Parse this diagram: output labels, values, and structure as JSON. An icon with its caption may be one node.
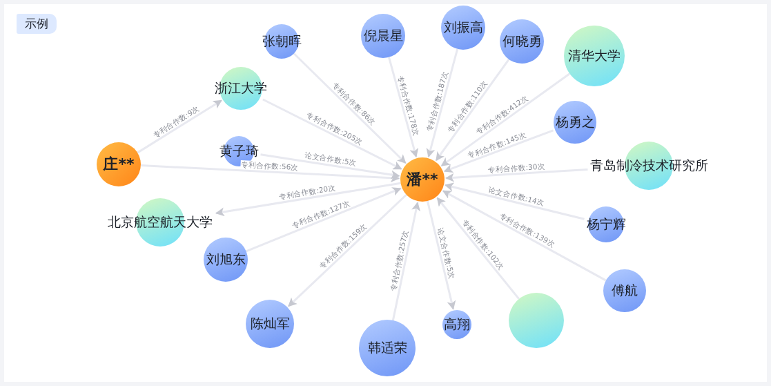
{
  "diagram": {
    "nodes": [
      {
        "text": [
          "示例"
        ]
      },
      {
        "text": [
          "庄**"
        ]
      },
      {
        "text": [
          "潘**"
        ]
      },
      {
        "text": [
          "浙江大学"
        ]
      },
      {
        "text": [
          "张朝晖"
        ]
      },
      {
        "text": [
          "倪晨星"
        ]
      },
      {
        "text": [
          "刘振高"
        ]
      },
      {
        "text": [
          "何晓勇"
        ]
      },
      {
        "text": [
          "清华大学"
        ]
      },
      {
        "text": [
          "杨勇之"
        ]
      },
      {
        "text": [
          "青岛制冷技术研究所"
        ]
      },
      {
        "text": [
          "黄子琦"
        ]
      },
      {
        "text": [
          "北京航空航天大学"
        ]
      },
      {
        "text": [
          "刘旭东"
        ]
      },
      {
        "text": [
          "杨宁辉"
        ]
      },
      {
        "text": [
          "陈灿军"
        ]
      },
      {
        "text": [
          "韩适荣"
        ]
      },
      {
        "text": [
          "高翔"
        ]
      },
      {
        "text": [],
        "shape": "circle"
      },
      {
        "text": [
          "傅航"
        ]
      }
    ],
    "edges": [
      {
        "from": 1,
        "to": 3,
        "arrow": "to",
        "label": "专利合作数:9次"
      },
      {
        "from": 1,
        "to": 2,
        "arrow": "to",
        "label": "专利合作数:56次"
      },
      {
        "from": 3,
        "to": 2,
        "arrow": "to",
        "label": "专利合作数:205次"
      },
      {
        "from": 4,
        "to": 2,
        "arrow": "to",
        "label": "专利合作数:86次"
      },
      {
        "from": 5,
        "to": 2,
        "arrow": "to",
        "label": "专利合作数:178次"
      },
      {
        "from": 6,
        "to": 2,
        "arrow": "to",
        "label": "专利合作数:187次"
      },
      {
        "from": 7,
        "to": 2,
        "arrow": "to",
        "label": "专利合作数:110次"
      },
      {
        "from": 8,
        "to": 2,
        "arrow": "to",
        "label": "专利合作数:412次"
      },
      {
        "from": 9,
        "to": 2,
        "arrow": "to",
        "label": "专利合作数:145次"
      },
      {
        "from": 10,
        "to": 2,
        "arrow": "to",
        "label": "专利合作数:30次"
      },
      {
        "from": 11,
        "to": 2,
        "arrow": "to",
        "label": "论文合作数:5次"
      },
      {
        "from": 2,
        "to": 12,
        "arrow": "to",
        "label": "专利合作数:20次"
      },
      {
        "from": 13,
        "to": 2,
        "arrow": "to",
        "label": "专利合作数:127次"
      },
      {
        "from": 2,
        "to": 15,
        "arrow": "to",
        "label": "专利合作数:159次"
      },
      {
        "from": 16,
        "to": 2,
        "arrow": "to",
        "label": "专利合作数:257次"
      },
      {
        "from": 2,
        "to": 17,
        "arrow": "to",
        "label": "论文合作数:5次"
      },
      {
        "from": 18,
        "to": 2,
        "arrow": "to",
        "label": "专利合作数:102次"
      },
      {
        "from": 14,
        "to": 2,
        "arrow": "to",
        "label": "论文合作数:14次"
      },
      {
        "from": 19,
        "to": 2,
        "arrow": "to",
        "label": "专利合作数:139次"
      }
    ]
  }
}
